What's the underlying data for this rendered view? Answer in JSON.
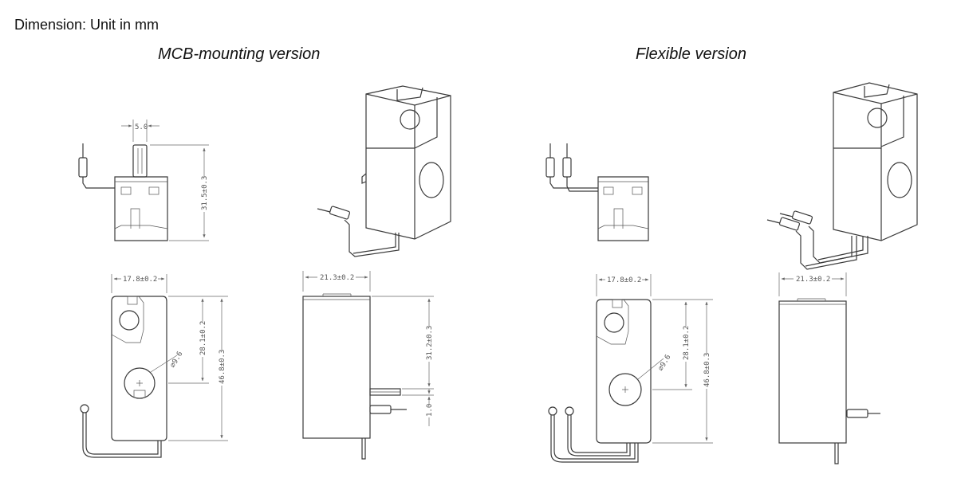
{
  "heading": "Dimension: Unit in mm",
  "sections": {
    "mcb": {
      "title": "MCB-mounting version",
      "dims": {
        "pin_spacing": "5.0",
        "side_height": "31.5±0.3",
        "front_width": "17.8±0.2",
        "front_upper_height": "28.1±0.2",
        "front_total_height": "46.8±0.3",
        "hole_diameter": "⌀9.6",
        "side_width": "21.3±0.2",
        "side_body_height": "31.2±0.3",
        "pin_thickness": "1.0"
      }
    },
    "flex": {
      "title": "Flexible version",
      "dims": {
        "front_width": "17.8±0.2",
        "front_upper_height": "28.1±0.2",
        "front_total_height": "46.8±0.3",
        "hole_diameter": "⌀9.6",
        "side_width": "21.3±0.2"
      }
    }
  },
  "colors": {
    "line": "#3a3a3a",
    "dimension": "#666666",
    "text": "#111111"
  }
}
